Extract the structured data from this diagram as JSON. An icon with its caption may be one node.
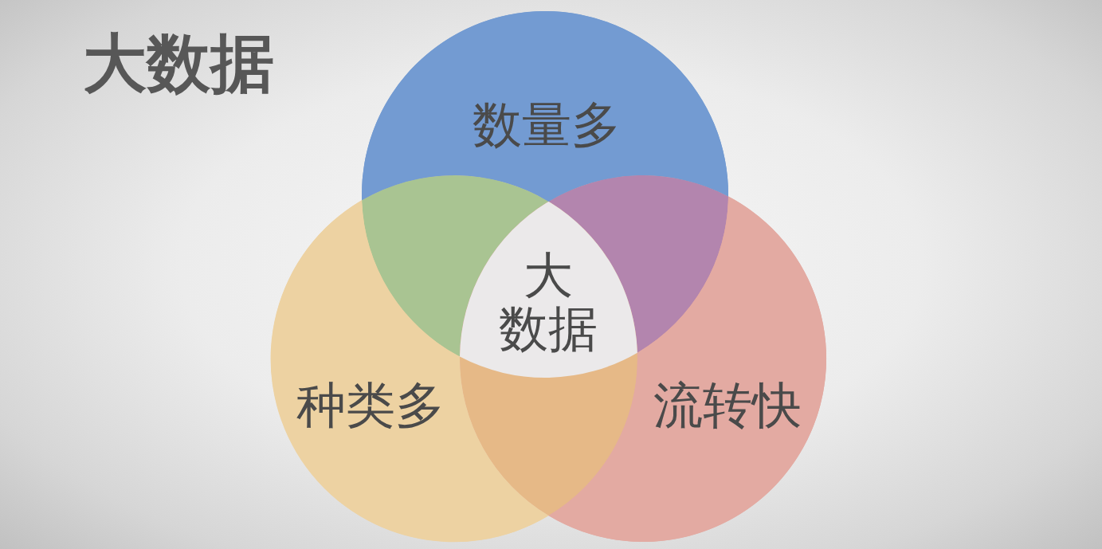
{
  "diagram": {
    "title": "大数据",
    "nodes": [
      {
        "text": [
          "数量多"
        ]
      },
      {
        "text": [
          "种类多"
        ]
      },
      {
        "text": [
          "流转快"
        ]
      },
      {
        "text": [
          "大数据"
        ]
      }
    ]
  }
}
